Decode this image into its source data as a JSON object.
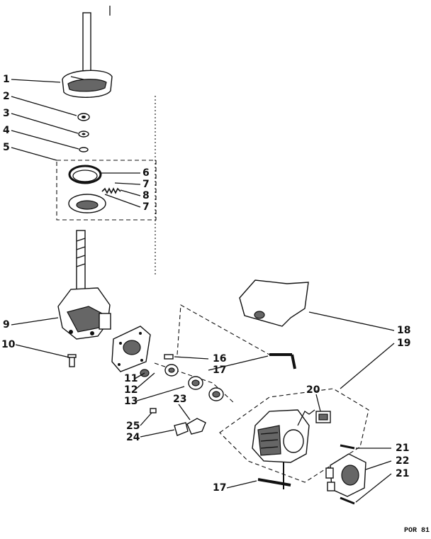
{
  "labels": {
    "p1": "1",
    "p2": "2",
    "p3": "3",
    "p4": "4",
    "p5": "5",
    "p6": "6",
    "p7a": "7",
    "p8": "8",
    "p7b": "7",
    "p9": "9",
    "p10": "10",
    "p11": "11",
    "p12": "12",
    "p13": "13",
    "p16": "16",
    "p17a": "17",
    "p18": "18",
    "p19": "19",
    "p20": "20",
    "p21a": "21",
    "p22": "22",
    "p21b": "21",
    "p23": "23",
    "p24": "24",
    "p25": "25",
    "p17b": "17"
  },
  "reference_code": "POR 81"
}
